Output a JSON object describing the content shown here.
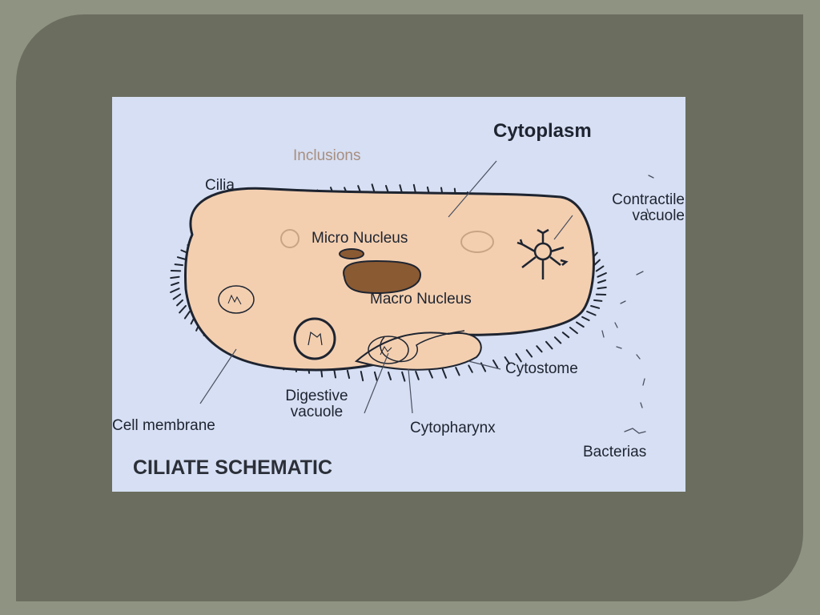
{
  "diagram": {
    "title": "CILIATE SCHEMATIC",
    "labels": {
      "cytoplasm": "Cytoplasm",
      "inclusions": "Inclusions",
      "cilia": "Cilia",
      "contractile_vacuole": "Contractile vacuole",
      "micro_nucleus": "Micro Nucleus",
      "macro_nucleus": "Macro Nucleus",
      "cytostome": "Cytostome",
      "digestive_vacuole": "Digestive vacuole",
      "cell_membrane": "Cell membrane",
      "cytopharynx": "Cytopharynx",
      "bacterias": "Bacterias"
    },
    "colors": {
      "slide_background": "#8f9482",
      "slide_frame": "#6b6e5f",
      "panel": "#d6dff3",
      "cell_body": "#f3cfb0",
      "macro_nucleus": "#8a5a33",
      "outline": "#1e2430",
      "inclusions_label": "#a88e80"
    }
  }
}
